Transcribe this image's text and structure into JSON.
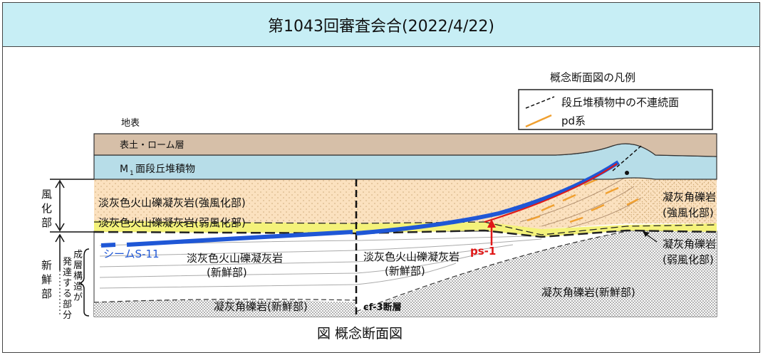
{
  "header": {
    "title": "第1043回審査会合(2022/4/22)"
  },
  "legend": {
    "title": "概念断面図の凡例",
    "items": [
      {
        "label": "段丘堆積物中の不連続面",
        "color": "#111111"
      },
      {
        "label": "pd系",
        "color": "#f0a030"
      }
    ]
  },
  "diagram": {
    "surface_label": "地表",
    "layers": {
      "topsoil": "表土・ローム層",
      "terrace_main": "M",
      "terrace_sub": "1",
      "terrace_rest": "面段丘堆積物",
      "strong_weathered": "淡灰色火山礫凝灰岩(強風化部)",
      "weak_weathered": "淡灰色火山礫凝灰岩(弱風化部)",
      "fresh_left_line1": "淡灰色火山礫凝灰岩",
      "fresh_left_line2": "(新鮮部)",
      "fresh_mid_line1": "淡灰色火山礫凝灰岩",
      "fresh_mid_line2": "(新鮮部)",
      "breccia_bottom": "凝灰角礫岩(新鮮部)",
      "breccia_strong_line1": "凝灰角礫岩",
      "breccia_strong_line2": "(強風化部)",
      "breccia_weak_line1": "凝灰角礫岩",
      "breccia_weak_line2": "(弱風化部)",
      "breccia_fresh_right": "凝灰角礫岩(新鮮部)"
    },
    "seam_label": "シームS-11",
    "ps_label": "ps-1",
    "fault_label": "cf-3断層",
    "side_labels": {
      "weathered": [
        "風",
        "化",
        "部"
      ],
      "fresh": [
        "新",
        "鮮",
        "部"
      ],
      "bedding_col1": [
        "発",
        "達",
        "す",
        "る",
        "部",
        "分"
      ],
      "bedding_col2": [
        "成",
        "層",
        "構",
        "造",
        "が"
      ]
    },
    "colors": {
      "topsoil": "#d6bfa8",
      "terrace": "#b7dde8",
      "weathered": "#fbe1bf",
      "yellow_band": "#f4f27a",
      "fresh": "#ffffff",
      "seam": "#1f57d6",
      "ps": "#e01818"
    }
  },
  "caption": "図 概念断面図"
}
